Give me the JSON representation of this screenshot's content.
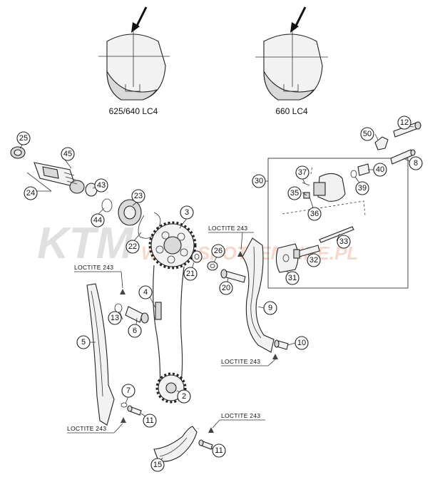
{
  "captions": {
    "variant_left": "625/640 LC4",
    "variant_right": "660 LC4"
  },
  "loctite": {
    "label": "LOCTITE 243"
  },
  "callouts": [
    "2",
    "3",
    "4",
    "5",
    "6",
    "7",
    "8",
    "9",
    "10",
    "11",
    "11",
    "12",
    "13",
    "15",
    "20",
    "21",
    "22",
    "23",
    "24",
    "25",
    "26",
    "30",
    "31",
    "32",
    "33",
    "35",
    "36",
    "37",
    "39",
    "40",
    "44",
    "43",
    "45",
    "50"
  ],
  "watermark": {
    "brand": "KTM",
    "site": "WWW.SPOT4EMPIRE.PL",
    "brand_color": "#c8c8c8",
    "site_color": "#f2c6b8"
  }
}
